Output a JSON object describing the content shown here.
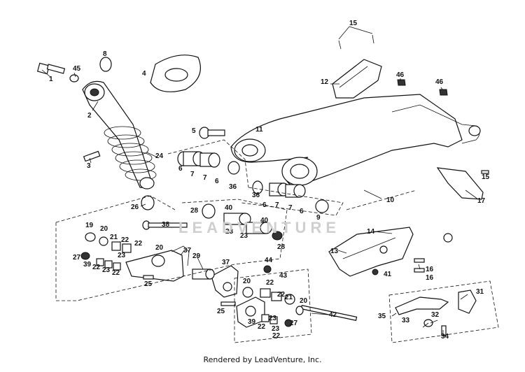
{
  "diagram": {
    "watermark": "LEADVENTURE",
    "footer": "Rendered by LeadVenture, Inc.",
    "callouts": [
      "1",
      "2",
      "3",
      "4",
      "5",
      "6",
      "7",
      "8",
      "9",
      "10",
      "11",
      "12",
      "13",
      "14",
      "15",
      "16",
      "17",
      "19",
      "20",
      "21",
      "22",
      "23",
      "24",
      "25",
      "26",
      "27",
      "28",
      "29",
      "31",
      "32",
      "33",
      "34",
      "35",
      "36",
      "37",
      "38",
      "39",
      "40",
      "41",
      "42",
      "43",
      "44",
      "45",
      "46"
    ]
  }
}
